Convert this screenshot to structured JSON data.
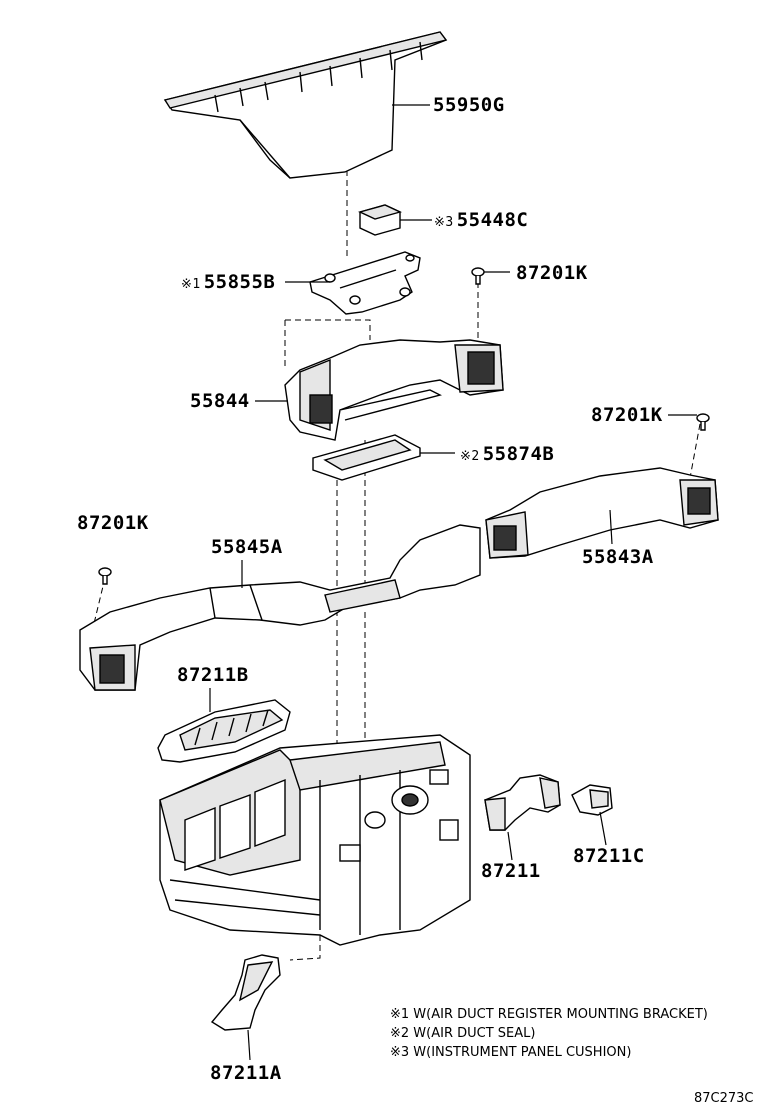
{
  "parts": [
    {
      "id": "55950G",
      "label": "55950G",
      "marker": ""
    },
    {
      "id": "55448C",
      "label": "55448C",
      "marker": "※3"
    },
    {
      "id": "55855B",
      "label": "55855B",
      "marker": "※1"
    },
    {
      "id": "87201K-a",
      "label": "87201K",
      "marker": ""
    },
    {
      "id": "55844",
      "label": "55844",
      "marker": ""
    },
    {
      "id": "87201K-b",
      "label": "87201K",
      "marker": ""
    },
    {
      "id": "55874B",
      "label": "55874B",
      "marker": "※2"
    },
    {
      "id": "87201K-c",
      "label": "87201K",
      "marker": ""
    },
    {
      "id": "55845A",
      "label": "55845A",
      "marker": ""
    },
    {
      "id": "55843A",
      "label": "55843A",
      "marker": ""
    },
    {
      "id": "87211B",
      "label": "87211B",
      "marker": ""
    },
    {
      "id": "87211",
      "label": "87211",
      "marker": ""
    },
    {
      "id": "87211C",
      "label": "87211C",
      "marker": ""
    },
    {
      "id": "87211A",
      "label": "87211A",
      "marker": ""
    }
  ],
  "notes": [
    "※1 W(AIR DUCT REGISTER MOUNTING BRACKET)",
    "※2 W(AIR DUCT SEAL)",
    "※3 W(INSTRUMENT PANEL CUSHION)"
  ],
  "diagram_code": "87C273C"
}
